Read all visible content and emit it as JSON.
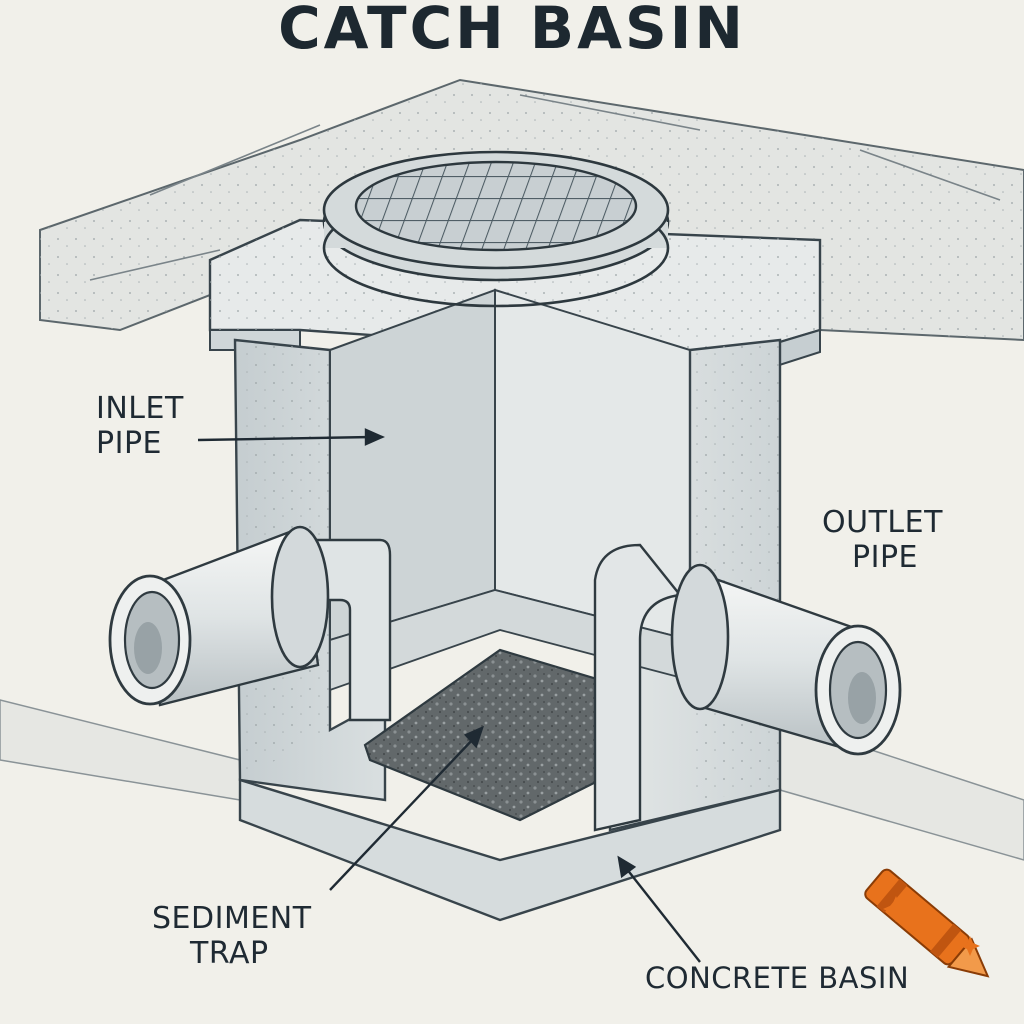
{
  "title": "CATCH BASIN",
  "labels": {
    "inlet_pipe": [
      "INLET",
      "PIPE"
    ],
    "outlet_pipe": [
      "OUTLET",
      "PIPE"
    ],
    "sediment_trap": [
      "SEDIMENT",
      "TRAP"
    ],
    "concrete_basin": "CONCRETE BASIN"
  },
  "colors": {
    "paper": "#f1f0ea",
    "ink": "#1f2a33",
    "concrete": "#dfe3e3",
    "concrete_shade": "#c9d0d2",
    "sediment": "#6f7577",
    "logo_orange": "#e8721c"
  },
  "icons": [
    "manhole-grate-icon",
    "crayon-logo-icon",
    "sparkle-icon"
  ]
}
